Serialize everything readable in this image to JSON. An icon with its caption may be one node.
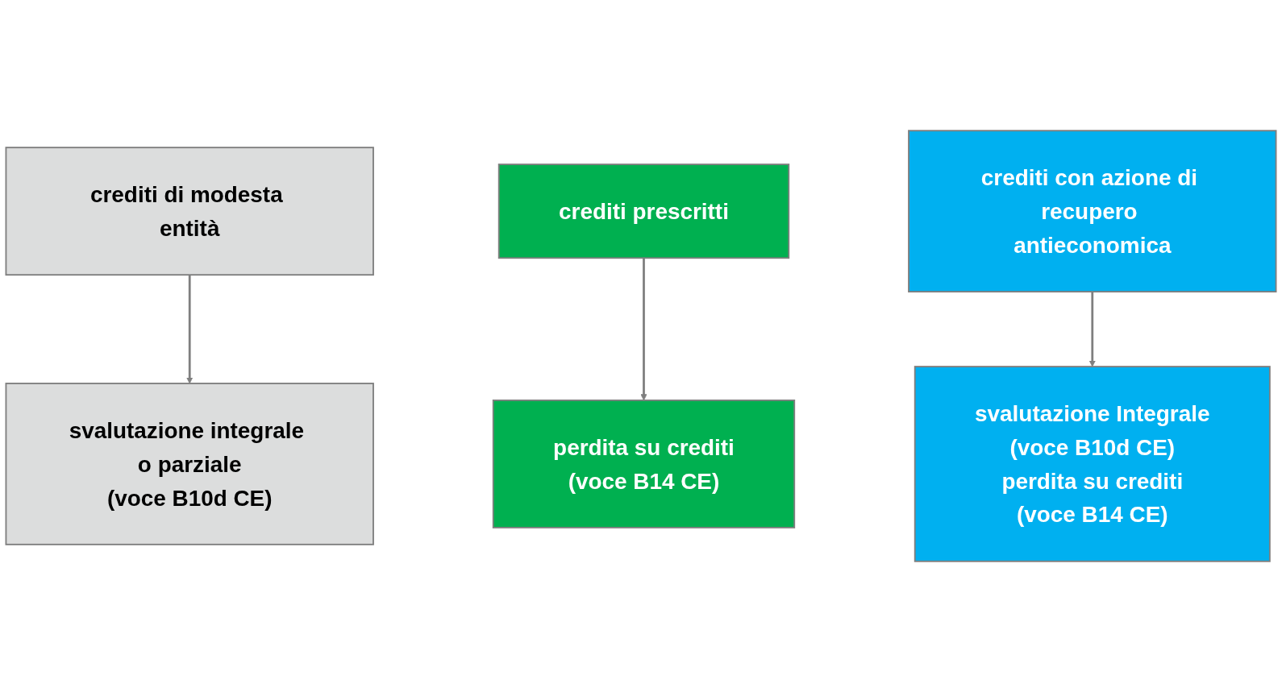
{
  "diagram": {
    "nodes": [
      {
        "text": [
          "crediti di modesta entità"
        ]
      },
      {
        "text": [
          "crediti prescritti"
        ]
      },
      {
        "text": [
          "crediti con azione di recupero antieconomica"
        ]
      },
      {
        "text": [
          "svalutazione integrale o parziale",
          "(voce B10d CE)"
        ]
      },
      {
        "text": [
          "perdita su crediti",
          "(voce B14 CE)"
        ]
      },
      {
        "text": [
          "svalutazione Integrale",
          "(voce B10d CE)",
          "perdita su crediti",
          "(voce B14 CE)"
        ]
      }
    ],
    "edges": [
      {
        "from": 0,
        "to": 3,
        "arrow": "to"
      },
      {
        "from": 1,
        "to": 4,
        "arrow": "to"
      },
      {
        "from": 2,
        "to": 5,
        "arrow": "to"
      }
    ]
  }
}
